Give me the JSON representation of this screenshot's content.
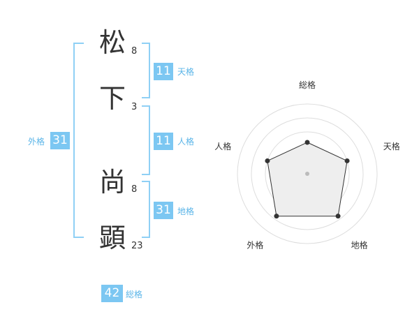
{
  "name": {
    "chars": [
      {
        "char": "松",
        "strokes": "8"
      },
      {
        "char": "下",
        "strokes": "3"
      },
      {
        "char": "尚",
        "strokes": "8"
      },
      {
        "char": "顕",
        "strokes": "23"
      }
    ]
  },
  "fortunes": {
    "tenkaku": {
      "value": "11",
      "label": "天格"
    },
    "jinkaku": {
      "value": "11",
      "label": "人格"
    },
    "chikaku": {
      "value": "31",
      "label": "地格"
    },
    "gaikaku": {
      "value": "31",
      "label": "外格"
    },
    "soukaku": {
      "value": "42",
      "label": "総格"
    }
  },
  "colors": {
    "accent": "#7cc7f2",
    "bracket": "#8fd0f5",
    "label": "#5bb5e8",
    "text": "#333333"
  },
  "chart_data": {
    "type": "radar",
    "axes": [
      "総格",
      "天格",
      "地格",
      "外格",
      "人格"
    ],
    "max": 5,
    "values": [
      3,
      4,
      5,
      5,
      4
    ],
    "rings": 5,
    "fill": "#eeeeee",
    "stroke": "#333333"
  }
}
